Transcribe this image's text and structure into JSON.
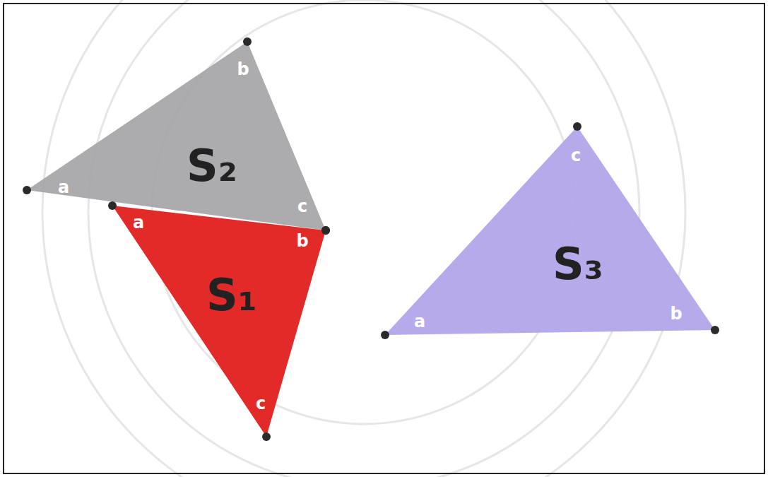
{
  "diagram": {
    "nodes": [
      {
        "text": [
          "S₂",
          "a",
          "b",
          "c"
        ]
      },
      {
        "text": [
          "S₁",
          "a",
          "b",
          "c"
        ]
      },
      {
        "text": [
          "S₃",
          "a",
          "b",
          "c"
        ]
      }
    ]
  }
}
